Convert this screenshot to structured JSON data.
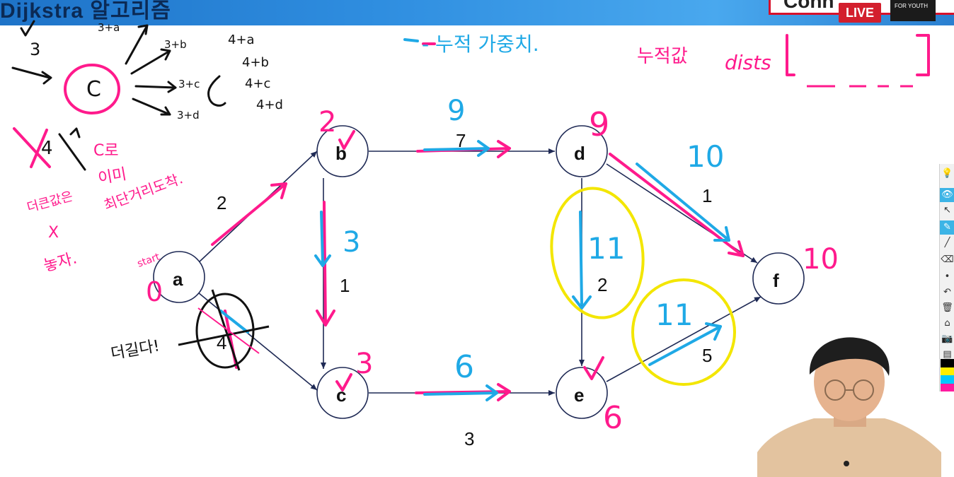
{
  "header": {
    "title_fragment": "Dijkstra 알고리즘",
    "brand_fragment": "Conn",
    "live_label": "LIVE",
    "channel_logo": "FOR YOUTH"
  },
  "graph": {
    "nodes": [
      {
        "id": "a",
        "label": "a"
      },
      {
        "id": "b",
        "label": "b"
      },
      {
        "id": "c",
        "label": "c"
      },
      {
        "id": "d",
        "label": "d"
      },
      {
        "id": "e",
        "label": "e"
      },
      {
        "id": "f",
        "label": "f"
      }
    ],
    "edges": [
      {
        "from": "a",
        "to": "b",
        "weight": "2"
      },
      {
        "from": "a",
        "to": "c",
        "weight": "4"
      },
      {
        "from": "b",
        "to": "c",
        "weight": "1"
      },
      {
        "from": "b",
        "to": "d",
        "weight": "7"
      },
      {
        "from": "c",
        "to": "e",
        "weight": "3"
      },
      {
        "from": "d",
        "to": "e",
        "weight": "2"
      },
      {
        "from": "d",
        "to": "f",
        "weight": "1"
      },
      {
        "from": "e",
        "to": "f",
        "weight": "5"
      }
    ]
  },
  "annotations": {
    "title_note": "- 누적 가중치.",
    "accum_label": "누적값",
    "dists_label": "dists",
    "dist_b": "2",
    "dist_d": "9",
    "dist_f": "10",
    "dist_e": "6",
    "dist_c": "3",
    "dist_a": "0",
    "blue_bd": "9",
    "blue_bc": "3",
    "blue_ce": "6",
    "blue_df": "10",
    "blue_de": "11",
    "blue_ef": "11",
    "start_label": "start",
    "longer_note": "더길다!",
    "left_top_3": "3",
    "c_center": "C",
    "sum_3a": "3+a",
    "sum_3b": "3+b",
    "sum_3c": "3+c",
    "sum_3d": "3+d",
    "sum_4a": "4+a",
    "sum_4b": "4+b",
    "sum_4c": "4+c",
    "sum_4d": "4+d",
    "crossed_4": "4",
    "note_c": "C로",
    "note_already": "이미",
    "note_shortest": "최단거리도착.",
    "note_bigger": "더큰값은",
    "note_nope": "X",
    "note_ok": "놓자."
  },
  "toolbar": {
    "tools": [
      "bulb-icon",
      "eye-icon",
      "cursor-icon",
      "pen-icon",
      "line-icon",
      "eraser-icon",
      "dot-icon",
      "undo-icon",
      "trash-icon",
      "stamp-icon",
      "camera-icon",
      "page-icon"
    ],
    "colors": [
      "#000000",
      "#ffee00",
      "#00c8ff",
      "#ff1aa0"
    ]
  }
}
